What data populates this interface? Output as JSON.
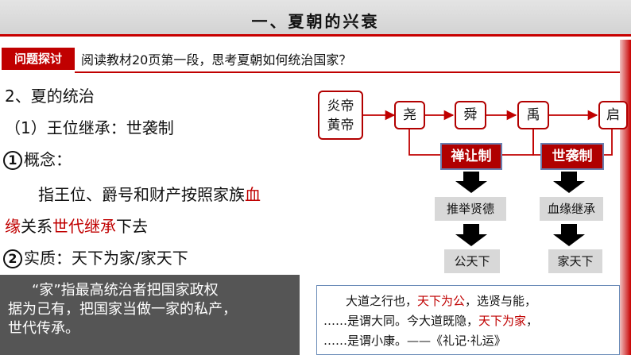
{
  "title": "一、夏朝的兴衰",
  "question": {
    "label": "问题探讨",
    "text": "阅读教材20页第一段，思考夏朝如何统治国家？"
  },
  "left": {
    "heading": "2、夏的统治",
    "sub1": "（1）王位继承：世袭制",
    "concept_num": "1",
    "concept_label": "概念：",
    "def_part1": "指王位、爵号和财产按照家族",
    "def_red1": "血",
    "def_red2": "缘",
    "def_part2": "关系",
    "def_red3": "世代继承",
    "def_part3": "下去",
    "essence_num": "2",
    "essence_text": "实质：天下为家/家天下"
  },
  "quote": {
    "line1": "“家”指最高统治者把国家政权",
    "line2": "据为己有，把国家当做一家的私产，",
    "line3": "世代传承。"
  },
  "diagram": {
    "origin_line1": "炎帝",
    "origin_line2": "黄帝",
    "rulers": [
      "尧",
      "舜",
      "禹",
      "启"
    ],
    "system_left": "禅让制",
    "system_right": "世袭制",
    "result_left_1": "推举贤德",
    "result_left_2": "公天下",
    "result_right_1": "血缘继承",
    "result_right_2": "家天下",
    "colors": {
      "accent_red": "#b00000",
      "box_border": "#6a7fb0",
      "gray_box": "#d8d8d8"
    }
  },
  "classic": {
    "l1a": "大道之行也，",
    "l1b": "天下为公",
    "l1c": "，选贤与能，",
    "l2a": "……是谓大同。今大道既隐，",
    "l2b": "天下为家",
    "l2c": "，",
    "l3a": "……是谓小康。——《礼记·礼运》"
  }
}
